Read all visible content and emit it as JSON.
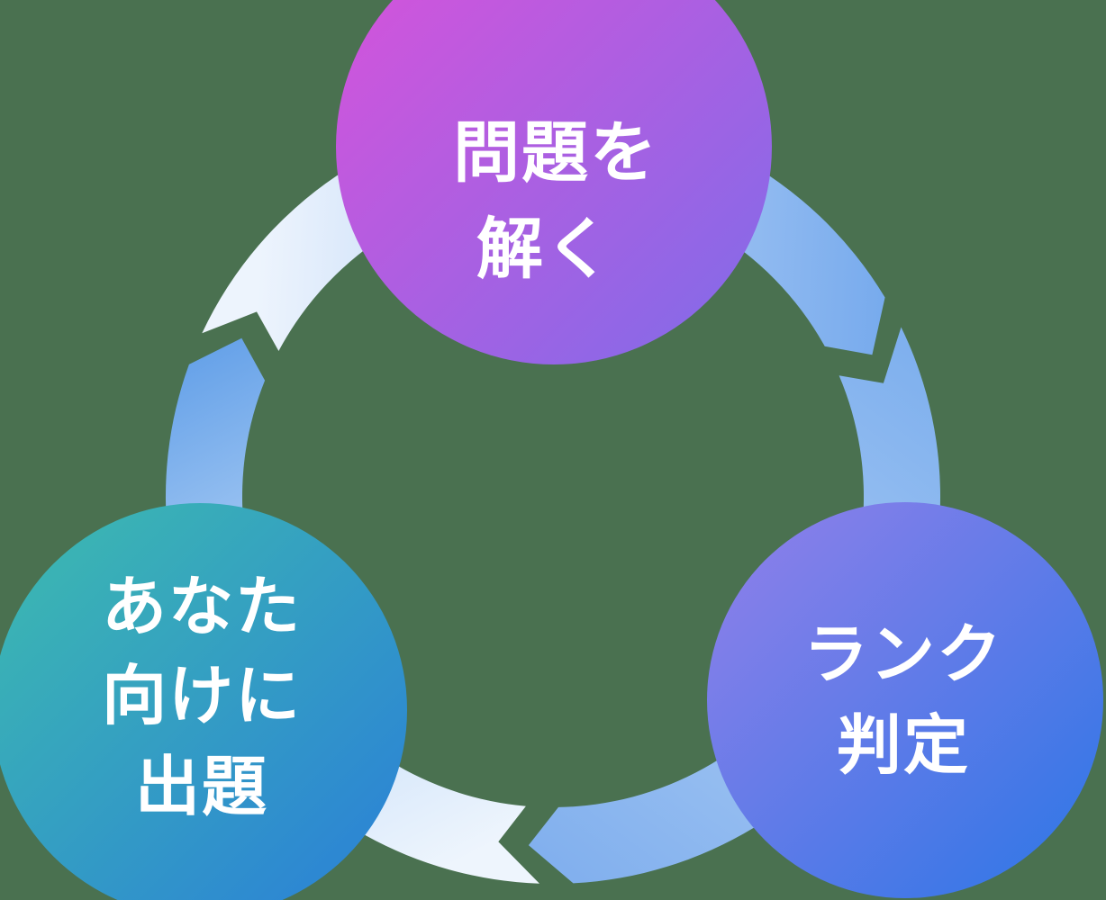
{
  "background": {
    "color": "#4a7150"
  },
  "cycle": {
    "type": "cycle-diagram",
    "direction": "clockwise",
    "text_color": "#ffffff",
    "nodes": {
      "solve": {
        "label": "問題を解く",
        "lines": [
          "問題を",
          "解く"
        ],
        "gradient": {
          "from": "#da52da",
          "to": "#7e6ce9"
        }
      },
      "rank": {
        "label": "ランク判定",
        "lines": [
          "ランク",
          "判定"
        ],
        "gradient": {
          "from": "#9380ea",
          "to": "#2b76e6"
        }
      },
      "personal": {
        "label": "あなた向けに出題",
        "lines": [
          "あなた",
          "向けに",
          "出題"
        ],
        "gradient": {
          "from": "#3dbcae",
          "to": "#2a7ed9"
        }
      }
    },
    "arrows": {
      "top": {
        "from": "#edf4fd",
        "to": "#78abed"
      },
      "right": {
        "from": "#7fb0ee",
        "mid": "#a3c7f2",
        "to": "#82b0ee"
      },
      "left": {
        "from": "#eef5fd",
        "mid": "#c3dcf8",
        "to": "#68a3e9"
      }
    }
  }
}
